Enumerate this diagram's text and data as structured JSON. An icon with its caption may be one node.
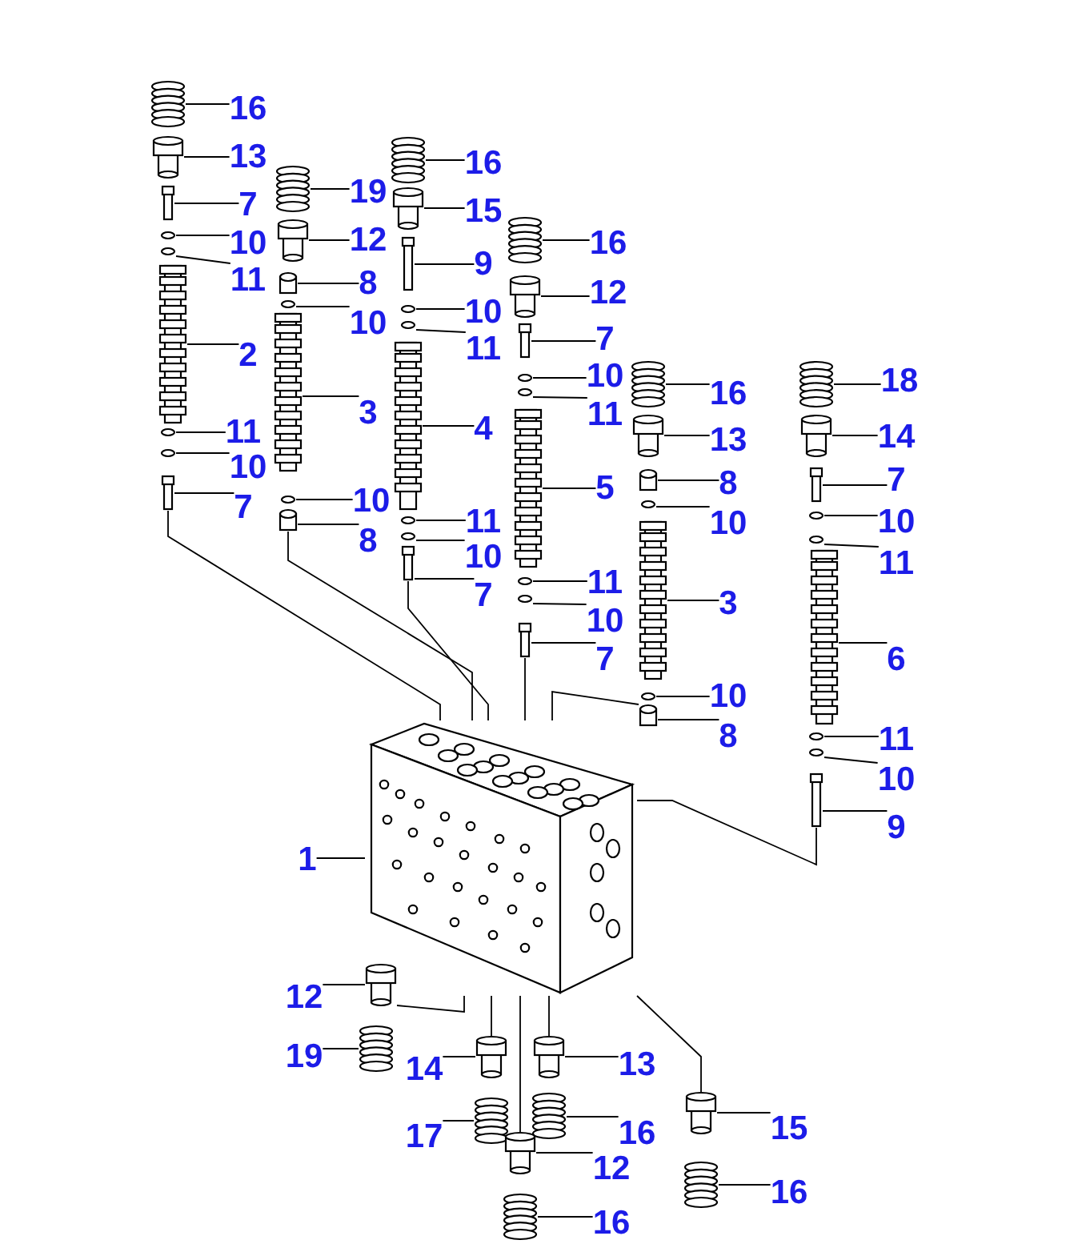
{
  "diagram": {
    "nodes": [
      {
        "text": [
          "16"
        ]
      },
      {
        "text": [],
        "shape": "picture"
      },
      {
        "text": [
          "13"
        ]
      },
      {
        "text": [],
        "shape": "picture"
      },
      {
        "text": [
          "7"
        ]
      },
      {
        "text": [],
        "shape": "bar"
      },
      {
        "text": [
          "10"
        ]
      },
      {
        "text": [],
        "shape": "circle"
      },
      {
        "text": [
          "11"
        ]
      },
      {
        "text": [],
        "shape": "circle"
      },
      {
        "text": [
          "2"
        ]
      },
      {
        "text": [],
        "shape": "bar"
      },
      {
        "text": [
          "11"
        ]
      },
      {
        "text": [],
        "shape": "circle"
      },
      {
        "text": [
          "10"
        ]
      },
      {
        "text": [],
        "shape": "circle"
      },
      {
        "text": [
          "7"
        ]
      },
      {
        "text": [],
        "shape": "bar"
      },
      {
        "text": [
          "19"
        ]
      },
      {
        "text": [],
        "shape": "picture"
      },
      {
        "text": [
          "12"
        ]
      },
      {
        "text": [],
        "shape": "picture"
      },
      {
        "text": [
          "8"
        ]
      },
      {
        "text": [],
        "shape": "box"
      },
      {
        "text": [
          "10"
        ]
      },
      {
        "text": [],
        "shape": "circle"
      },
      {
        "text": [
          "3"
        ]
      },
      {
        "text": [],
        "shape": "bar"
      },
      {
        "text": [
          "10"
        ]
      },
      {
        "text": [],
        "shape": "circle"
      },
      {
        "text": [
          "8"
        ]
      },
      {
        "text": [],
        "shape": "box"
      },
      {
        "text": [
          "16"
        ]
      },
      {
        "text": [],
        "shape": "picture"
      },
      {
        "text": [
          "15"
        ]
      },
      {
        "text": [],
        "shape": "picture"
      },
      {
        "text": [
          "9"
        ]
      },
      {
        "text": [],
        "shape": "bar"
      },
      {
        "text": [
          "10"
        ]
      },
      {
        "text": [],
        "shape": "circle"
      },
      {
        "text": [
          "11"
        ]
      },
      {
        "text": [],
        "shape": "circle"
      },
      {
        "text": [
          "4"
        ]
      },
      {
        "text": [],
        "shape": "bar"
      },
      {
        "text": [
          "11"
        ]
      },
      {
        "text": [],
        "shape": "circle"
      },
      {
        "text": [
          "10"
        ]
      },
      {
        "text": [],
        "shape": "circle"
      },
      {
        "text": [
          "7"
        ]
      },
      {
        "text": [],
        "shape": "bar"
      },
      {
        "text": [
          "16"
        ]
      },
      {
        "text": [],
        "shape": "picture"
      },
      {
        "text": [
          "12"
        ]
      },
      {
        "text": [],
        "shape": "picture"
      },
      {
        "text": [
          "7"
        ]
      },
      {
        "text": [],
        "shape": "bar"
      },
      {
        "text": [
          "10"
        ]
      },
      {
        "text": [],
        "shape": "circle"
      },
      {
        "text": [
          "11"
        ]
      },
      {
        "text": [],
        "shape": "circle"
      },
      {
        "text": [
          "5"
        ]
      },
      {
        "text": [],
        "shape": "bar"
      },
      {
        "text": [
          "11"
        ]
      },
      {
        "text": [],
        "shape": "circle"
      },
      {
        "text": [
          "10"
        ]
      },
      {
        "text": [],
        "shape": "circle"
      },
      {
        "text": [
          "7"
        ]
      },
      {
        "text": [],
        "shape": "bar"
      },
      {
        "text": [
          "16"
        ]
      },
      {
        "text": [],
        "shape": "picture"
      },
      {
        "text": [
          "13"
        ]
      },
      {
        "text": [],
        "shape": "picture"
      },
      {
        "text": [
          "8"
        ]
      },
      {
        "text": [],
        "shape": "box"
      },
      {
        "text": [
          "10"
        ]
      },
      {
        "text": [],
        "shape": "circle"
      },
      {
        "text": [
          "3"
        ]
      },
      {
        "text": [],
        "shape": "bar"
      },
      {
        "text": [
          "10"
        ]
      },
      {
        "text": [],
        "shape": "circle"
      },
      {
        "text": [
          "8"
        ]
      },
      {
        "text": [],
        "shape": "box"
      },
      {
        "text": [
          "18"
        ]
      },
      {
        "text": [],
        "shape": "picture"
      },
      {
        "text": [
          "14"
        ]
      },
      {
        "text": [],
        "shape": "picture"
      },
      {
        "text": [
          "7"
        ]
      },
      {
        "text": [],
        "shape": "bar"
      },
      {
        "text": [
          "10"
        ]
      },
      {
        "text": [],
        "shape": "circle"
      },
      {
        "text": [
          "11"
        ]
      },
      {
        "text": [],
        "shape": "circle"
      },
      {
        "text": [
          "6"
        ]
      },
      {
        "text": [],
        "shape": "bar"
      },
      {
        "text": [
          "11"
        ]
      },
      {
        "text": [],
        "shape": "circle"
      },
      {
        "text": [
          "10"
        ]
      },
      {
        "text": [],
        "shape": "circle"
      },
      {
        "text": [
          "9"
        ]
      },
      {
        "text": [],
        "shape": "bar"
      },
      {
        "text": [
          "1"
        ]
      },
      {
        "text": [],
        "shape": "picture"
      },
      {
        "text": [
          "12"
        ]
      },
      {
        "text": [],
        "shape": "picture"
      },
      {
        "text": [
          "19"
        ]
      },
      {
        "text": [],
        "shape": "picture"
      },
      {
        "text": [
          "14"
        ]
      },
      {
        "text": [],
        "shape": "picture"
      },
      {
        "text": [
          "17"
        ]
      },
      {
        "text": [],
        "shape": "picture"
      },
      {
        "text": [
          "13"
        ]
      },
      {
        "text": [],
        "shape": "picture"
      },
      {
        "text": [
          "16"
        ]
      },
      {
        "text": [],
        "shape": "picture"
      },
      {
        "text": [
          "12"
        ]
      },
      {
        "text": [],
        "shape": "picture"
      },
      {
        "text": [
          "16"
        ]
      },
      {
        "text": [],
        "shape": "picture"
      },
      {
        "text": [
          "15"
        ]
      },
      {
        "text": [],
        "shape": "picture"
      },
      {
        "text": [
          "16"
        ]
      },
      {
        "text": [],
        "shape": "picture"
      }
    ],
    "edges": [
      {
        "from": 0,
        "to": 1,
        "arrow": "none"
      },
      {
        "from": 2,
        "to": 3,
        "arrow": "none"
      },
      {
        "from": 4,
        "to": 5,
        "arrow": "none"
      },
      {
        "from": 6,
        "to": 7,
        "arrow": "none"
      },
      {
        "from": 8,
        "to": 9,
        "arrow": "none"
      },
      {
        "from": 10,
        "to": 11,
        "arrow": "none"
      },
      {
        "from": 12,
        "to": 13,
        "arrow": "none"
      },
      {
        "from": 14,
        "to": 15,
        "arrow": "none"
      },
      {
        "from": 16,
        "to": 17,
        "arrow": "none"
      },
      {
        "from": 18,
        "to": 19,
        "arrow": "none"
      },
      {
        "from": 20,
        "to": 21,
        "arrow": "none"
      },
      {
        "from": 22,
        "to": 23,
        "arrow": "none"
      },
      {
        "from": 24,
        "to": 25,
        "arrow": "none"
      },
      {
        "from": 26,
        "to": 27,
        "arrow": "none"
      },
      {
        "from": 28,
        "to": 29,
        "arrow": "none"
      },
      {
        "from": 30,
        "to": 31,
        "arrow": "none"
      },
      {
        "from": 32,
        "to": 33,
        "arrow": "none"
      },
      {
        "from": 34,
        "to": 35,
        "arrow": "none"
      },
      {
        "from": 36,
        "to": 37,
        "arrow": "none"
      },
      {
        "from": 38,
        "to": 39,
        "arrow": "none"
      },
      {
        "from": 40,
        "to": 41,
        "arrow": "none"
      },
      {
        "from": 42,
        "to": 43,
        "arrow": "none"
      },
      {
        "from": 44,
        "to": 45,
        "arrow": "none"
      },
      {
        "from": 46,
        "to": 47,
        "arrow": "none"
      },
      {
        "from": 48,
        "to": 49,
        "arrow": "none"
      },
      {
        "from": 50,
        "to": 51,
        "arrow": "none"
      },
      {
        "from": 52,
        "to": 53,
        "arrow": "none"
      },
      {
        "from": 54,
        "to": 55,
        "arrow": "none"
      },
      {
        "from": 56,
        "to": 57,
        "arrow": "none"
      },
      {
        "from": 58,
        "to": 59,
        "arrow": "none"
      },
      {
        "from": 60,
        "to": 61,
        "arrow": "none"
      },
      {
        "from": 62,
        "to": 63,
        "arrow": "none"
      },
      {
        "from": 64,
        "to": 65,
        "arrow": "none"
      },
      {
        "from": 66,
        "to": 67,
        "arrow": "none"
      },
      {
        "from": 68,
        "to": 69,
        "arrow": "none"
      },
      {
        "from": 70,
        "to": 71,
        "arrow": "none"
      },
      {
        "from": 72,
        "to": 73,
        "arrow": "none"
      },
      {
        "from": 74,
        "to": 75,
        "arrow": "none"
      },
      {
        "from": 76,
        "to": 77,
        "arrow": "none"
      },
      {
        "from": 78,
        "to": 79,
        "arrow": "none"
      },
      {
        "from": 80,
        "to": 81,
        "arrow": "none"
      },
      {
        "from": 82,
        "to": 83,
        "arrow": "none"
      },
      {
        "from": 84,
        "to": 85,
        "arrow": "none"
      },
      {
        "from": 86,
        "to": 87,
        "arrow": "none"
      },
      {
        "from": 88,
        "to": 89,
        "arrow": "none"
      },
      {
        "from": 90,
        "to": 91,
        "arrow": "none"
      },
      {
        "from": 92,
        "to": 93,
        "arrow": "none"
      },
      {
        "from": 94,
        "to": 95,
        "arrow": "none"
      },
      {
        "from": 96,
        "to": 97,
        "arrow": "none"
      },
      {
        "from": 98,
        "to": 99,
        "arrow": "none"
      },
      {
        "from": 100,
        "to": 101,
        "arrow": "none"
      },
      {
        "from": 102,
        "to": 103,
        "arrow": "none"
      },
      {
        "from": 104,
        "to": 105,
        "arrow": "none"
      },
      {
        "from": 106,
        "to": 107,
        "arrow": "none"
      },
      {
        "from": 108,
        "to": 109,
        "arrow": "none"
      },
      {
        "from": 110,
        "to": 111,
        "arrow": "none"
      },
      {
        "from": 112,
        "to": 113,
        "arrow": "none"
      },
      {
        "from": 114,
        "to": 115,
        "arrow": "none"
      },
      {
        "from": 116,
        "to": 117,
        "arrow": "none"
      },
      {
        "from": 118,
        "to": 119,
        "arrow": "none"
      },
      {
        "from": 120,
        "to": 121,
        "arrow": "none"
      },
      {
        "from": 17,
        "to": 101,
        "arrow": "none"
      },
      {
        "from": 31,
        "to": 101,
        "arrow": "none"
      },
      {
        "from": 49,
        "to": 101,
        "arrow": "none"
      },
      {
        "from": 67,
        "to": 101,
        "arrow": "none"
      },
      {
        "from": 81,
        "to": 101,
        "arrow": "none"
      },
      {
        "from": 99,
        "to": 101,
        "arrow": "none"
      },
      {
        "from": 101,
        "to": 103,
        "arrow": "none"
      },
      {
        "from": 101,
        "to": 107,
        "arrow": "none"
      },
      {
        "from": 101,
        "to": 111,
        "arrow": "none"
      },
      {
        "from": 101,
        "to": 115,
        "arrow": "none"
      },
      {
        "from": 101,
        "to": 119,
        "arrow": "none"
      }
    ]
  }
}
